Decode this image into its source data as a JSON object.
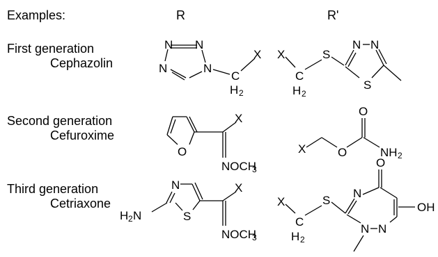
{
  "header": {
    "examples": "Examples:",
    "col_r": "R",
    "col_rprime": "R'"
  },
  "rows": [
    {
      "generation": "First generation",
      "drug": "Cephazolin"
    },
    {
      "generation": "Second generation",
      "drug": "Cefuroxime"
    },
    {
      "generation": "Third generation",
      "drug": "Cetriaxone"
    }
  ],
  "atoms": {
    "N": "N",
    "O": "O",
    "S": "S",
    "X": "X",
    "C": "C",
    "H": "H",
    "H2": "H",
    "two": "2",
    "NH": "NH",
    "NOCH": "NOCH",
    "three": "3",
    "OH": "OH",
    "HN": "H",
    "N_after": "N"
  }
}
